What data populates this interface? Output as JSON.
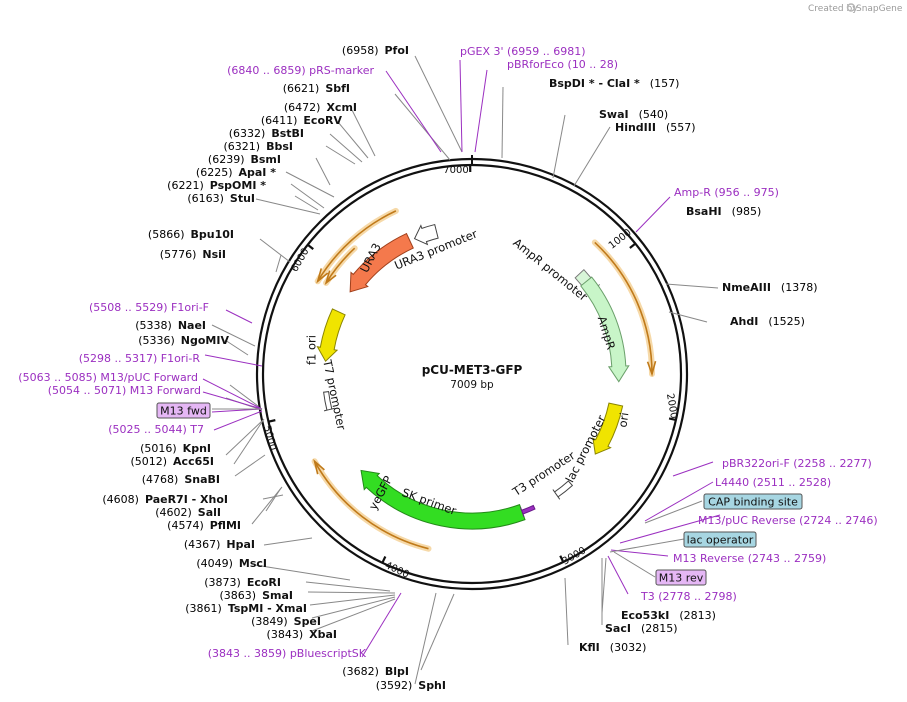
{
  "header": {
    "credit": "Created by",
    "brand": "SnapGene"
  },
  "plasmid": {
    "name": "pCU-MET3-GFP",
    "size": "7009 bp"
  },
  "ticks": [
    "1000",
    "2000",
    "3000",
    "4000",
    "5000",
    "6000",
    "7000"
  ],
  "features": [
    {
      "id": "ura3",
      "label": "URA3",
      "color": "#f4794c"
    },
    {
      "id": "ura3-promoter",
      "label": "URA3 promoter",
      "color": "#ffffff"
    },
    {
      "id": "ampr-promoter",
      "label": "AmpR promoter",
      "color": "#d8f5d8"
    },
    {
      "id": "ampr",
      "label": "AmpR",
      "color": "#c8f5c8"
    },
    {
      "id": "ori",
      "label": "ori",
      "color": "#f0e400"
    },
    {
      "id": "lac-promoter",
      "label": "lac promoter",
      "color": "#ffffff"
    },
    {
      "id": "t3-promoter",
      "label": "T3 promoter",
      "color": "#ffffff"
    },
    {
      "id": "f1-ori",
      "label": "f1 ori",
      "color": "#f0e400"
    },
    {
      "id": "t7-promoter",
      "label": "T7 promoter",
      "color": "#ffffff"
    },
    {
      "id": "yegfp",
      "label": "yeGFP",
      "color": "#33dd22"
    },
    {
      "id": "sk-primer",
      "label": "SK primer",
      "color": "#9b2fc0"
    }
  ],
  "labels": [
    {
      "id": "pfoi",
      "type": "site",
      "pos": "(6958)",
      "name": "PfoI"
    },
    {
      "id": "pgex3",
      "type": "primer",
      "text": "pGEX 3'      (6959 .. 6981)"
    },
    {
      "id": "pbrforeco",
      "type": "primer",
      "text": "pBRforEco      (10 .. 28)"
    },
    {
      "id": "prsmarker",
      "type": "primer",
      "text": "(6840 .. 6859)  pRS-marker"
    },
    {
      "id": "bspdi",
      "type": "site",
      "name": "BspDI * - ClaI *",
      "pos": "(157)"
    },
    {
      "id": "sbfi",
      "type": "site",
      "pos": "(6621)",
      "name": "SbfI"
    },
    {
      "id": "xcmi",
      "type": "site",
      "pos": "(6472)",
      "name": "XcmI"
    },
    {
      "id": "ecorv",
      "type": "site",
      "pos": "(6411)",
      "name": "EcoRV"
    },
    {
      "id": "bstbi",
      "type": "site",
      "pos": "(6332)",
      "name": "BstBI"
    },
    {
      "id": "bbsi",
      "type": "site",
      "pos": "(6321)",
      "name": "BbsI"
    },
    {
      "id": "bsmi",
      "type": "site",
      "pos": "(6239)",
      "name": "BsmI"
    },
    {
      "id": "apai",
      "type": "site",
      "pos": "(6225)",
      "name": "ApaI *"
    },
    {
      "id": "pspomi",
      "type": "site",
      "pos": "(6221)",
      "name": "PspOMI *"
    },
    {
      "id": "stui",
      "type": "site",
      "pos": "(6163)",
      "name": "StuI"
    },
    {
      "id": "swai",
      "type": "site",
      "name": "SwaI",
      "pos": "(540)"
    },
    {
      "id": "hindiii",
      "type": "site",
      "name": "HindIII",
      "pos": "(557)"
    },
    {
      "id": "ampr-primer",
      "type": "primer",
      "text": "Amp-R      (956 .. 975)"
    },
    {
      "id": "bsahi",
      "type": "site",
      "name": "BsaHI",
      "pos": "(985)"
    },
    {
      "id": "bpu10i",
      "type": "site",
      "pos": "(5866)",
      "name": "Bpu10I"
    },
    {
      "id": "nsii",
      "type": "site",
      "pos": "(5776)",
      "name": "NsiI"
    },
    {
      "id": "nmeaiii",
      "type": "site",
      "name": "NmeAIII",
      "pos": "(1378)"
    },
    {
      "id": "ahdi",
      "type": "site",
      "name": "AhdI",
      "pos": "(1525)"
    },
    {
      "id": "f1ori-f",
      "type": "primer",
      "text": "(5508 .. 5529)  F1ori-F"
    },
    {
      "id": "naei",
      "type": "site",
      "pos": "(5338)",
      "name": "NaeI"
    },
    {
      "id": "ngomiv",
      "type": "site",
      "pos": "(5336)",
      "name": "NgoMIV"
    },
    {
      "id": "f1ori-r",
      "type": "primer",
      "text": "(5298 .. 5317)  F1ori-R"
    },
    {
      "id": "m13puc-fwd",
      "type": "primer",
      "text": "(5063 .. 5085)  M13/pUC Forward"
    },
    {
      "id": "m13-forward",
      "type": "primer",
      "text": "(5054 .. 5071)  M13 Forward"
    },
    {
      "id": "m13fwd-box",
      "type": "box",
      "text": "M13 fwd"
    },
    {
      "id": "t7-primer",
      "type": "primer",
      "text": "(5025 .. 5044)  T7"
    },
    {
      "id": "kpni",
      "type": "site",
      "pos": "(5016)",
      "name": "KpnI"
    },
    {
      "id": "acc65i",
      "type": "site",
      "pos": "(5012)",
      "name": "Acc65I"
    },
    {
      "id": "snabi",
      "type": "site",
      "pos": "(4768)",
      "name": "SnaBI"
    },
    {
      "id": "paer7i",
      "type": "site",
      "pos": "(4608)",
      "name": "PaeR7I  - XhoI"
    },
    {
      "id": "sali",
      "type": "site",
      "pos": "(4602)",
      "name": "SalI"
    },
    {
      "id": "pflmi",
      "type": "site",
      "pos": "(4574)",
      "name": "PflMI"
    },
    {
      "id": "hpai",
      "type": "site",
      "pos": "(4367)",
      "name": "HpaI"
    },
    {
      "id": "msci",
      "type": "site",
      "pos": "(4049)",
      "name": "MscI"
    },
    {
      "id": "ecori",
      "type": "site",
      "pos": "(3873)",
      "name": "EcoRI"
    },
    {
      "id": "smai",
      "type": "site",
      "pos": "(3863)",
      "name": "SmaI"
    },
    {
      "id": "tspmi",
      "type": "site",
      "pos": "(3861)",
      "name": "TspMI  - XmaI"
    },
    {
      "id": "spei",
      "type": "site",
      "pos": "(3849)",
      "name": "SpeI"
    },
    {
      "id": "xbai",
      "type": "site",
      "pos": "(3843)",
      "name": "XbaI"
    },
    {
      "id": "pbluescriptsk",
      "type": "primer",
      "text": "(3843 .. 3859)  pBluescriptSK"
    },
    {
      "id": "blpi",
      "type": "site",
      "pos": "(3682)",
      "name": "BlpI"
    },
    {
      "id": "sphi",
      "type": "site",
      "pos": "(3592)",
      "name": "SphI"
    },
    {
      "id": "pbr322ori-f",
      "type": "primer",
      "text": "pBR322ori-F      (2258 .. 2277)"
    },
    {
      "id": "l4440",
      "type": "primer",
      "text": "L4440      (2511 .. 2528)"
    },
    {
      "id": "cap-box",
      "type": "box",
      "text": "CAP binding site"
    },
    {
      "id": "m13puc-rev",
      "type": "primer",
      "text": "M13/pUC Reverse      (2724 .. 2746)"
    },
    {
      "id": "lacop-box",
      "type": "box",
      "text": "lac operator"
    },
    {
      "id": "m13-reverse",
      "type": "primer",
      "text": "M13 Reverse      (2743 .. 2759)"
    },
    {
      "id": "m13rev-box",
      "type": "box",
      "text": "M13 rev"
    },
    {
      "id": "t3-primer",
      "type": "primer",
      "text": "T3      (2778 .. 2798)"
    },
    {
      "id": "eco53ki",
      "type": "site",
      "name": "Eco53kI",
      "pos": "(2813)"
    },
    {
      "id": "saci",
      "type": "site",
      "name": "SacI",
      "pos": "(2815)"
    },
    {
      "id": "kfli",
      "type": "site",
      "name": "KflI",
      "pos": "(3032)"
    }
  ],
  "colors": {
    "primer": "#9b2fc0",
    "site": "#111111",
    "cap_box": "#a7d6e2",
    "primer_box": "#e5b7f5"
  }
}
